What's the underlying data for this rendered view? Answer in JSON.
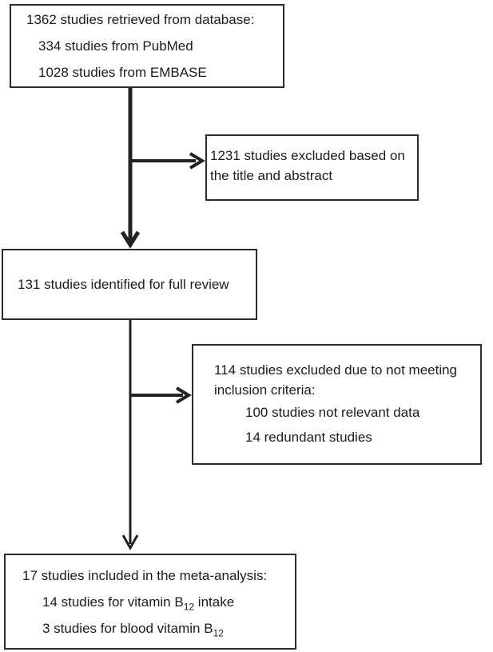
{
  "figure": {
    "type": "study-selection-flow-diagram",
    "colors": {
      "line": "#222222",
      "border": "#2b2b2b",
      "text": "#1c1c1c",
      "background": "#ffffff"
    },
    "boxes": {
      "retrieved": {
        "line1": "1362 studies retrieved from database:",
        "line2": "334 studies from PubMed",
        "line3": "1028 studies from EMBASE"
      },
      "excluded_title_abstract": {
        "line1": "1231 studies excluded based on",
        "line2": "the title and abstract"
      },
      "full_review": {
        "line1": "131 studies identified for full review"
      },
      "excluded_criteria": {
        "line1": "114 studies excluded due to not meeting",
        "line2": "inclusion criteria:",
        "line3": "100 studies not relevant data",
        "line4": "14 redundant studies"
      },
      "included": {
        "line1": "17 studies included in the meta-analysis:",
        "line2_pre": "14 studies for vitamin B",
        "line2_sub": "12",
        "line2_post": " intake",
        "line3_pre": "3 studies for blood vitamin B",
        "line3_sub": "12"
      }
    }
  }
}
